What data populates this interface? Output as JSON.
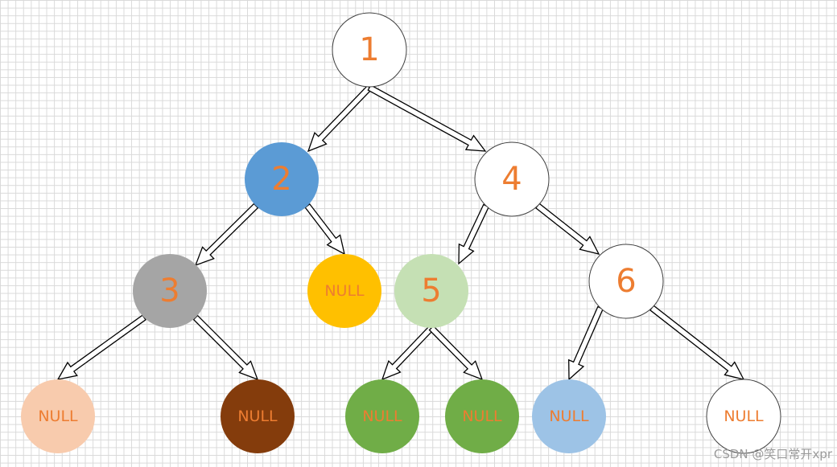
{
  "tree": {
    "nodes": [
      {
        "id": "n1",
        "label": "1",
        "fill": "#ffffff",
        "kind": "value"
      },
      {
        "id": "n2",
        "label": "2",
        "fill": "#5b9bd5",
        "kind": "value"
      },
      {
        "id": "n4",
        "label": "4",
        "fill": "#ffffff",
        "kind": "value"
      },
      {
        "id": "n3",
        "label": "3",
        "fill": "#a5a5a5",
        "kind": "value"
      },
      {
        "id": "null-a",
        "label": "NULL",
        "fill": "#ffc000",
        "kind": "null"
      },
      {
        "id": "n5",
        "label": "5",
        "fill": "#c5e0b4",
        "kind": "value"
      },
      {
        "id": "n6",
        "label": "6",
        "fill": "#ffffff",
        "kind": "value"
      },
      {
        "id": "null-b",
        "label": "NULL",
        "fill": "#f8cbad",
        "kind": "null"
      },
      {
        "id": "null-c",
        "label": "NULL",
        "fill": "#843c0c",
        "kind": "null"
      },
      {
        "id": "null-d",
        "label": "NULL",
        "fill": "#70ad47",
        "kind": "null"
      },
      {
        "id": "null-e",
        "label": "NULL",
        "fill": "#70ad47",
        "kind": "null"
      },
      {
        "id": "null-f",
        "label": "NULL",
        "fill": "#9dc3e6",
        "kind": "null"
      },
      {
        "id": "null-g",
        "label": "NULL",
        "fill": "#ffffff",
        "kind": "null"
      }
    ],
    "edges": [
      {
        "from": "n1",
        "to": "n2"
      },
      {
        "from": "n1",
        "to": "n4"
      },
      {
        "from": "n2",
        "to": "n3"
      },
      {
        "from": "n2",
        "to": "null-a"
      },
      {
        "from": "n4",
        "to": "n5"
      },
      {
        "from": "n4",
        "to": "n6"
      },
      {
        "from": "n3",
        "to": "null-b"
      },
      {
        "from": "n3",
        "to": "null-c"
      },
      {
        "from": "n5",
        "to": "null-d"
      },
      {
        "from": "n5",
        "to": "null-e"
      },
      {
        "from": "n6",
        "to": "null-f"
      },
      {
        "from": "n6",
        "to": "null-g"
      }
    ]
  },
  "colors": {
    "label_text": "#ed7d31",
    "node_outline": "#404040",
    "arrow_stroke": "#000000",
    "arrow_fill": "#ffffff",
    "grid": "#d9d9d9"
  },
  "watermark": "CSDN @笑口常开xpr"
}
